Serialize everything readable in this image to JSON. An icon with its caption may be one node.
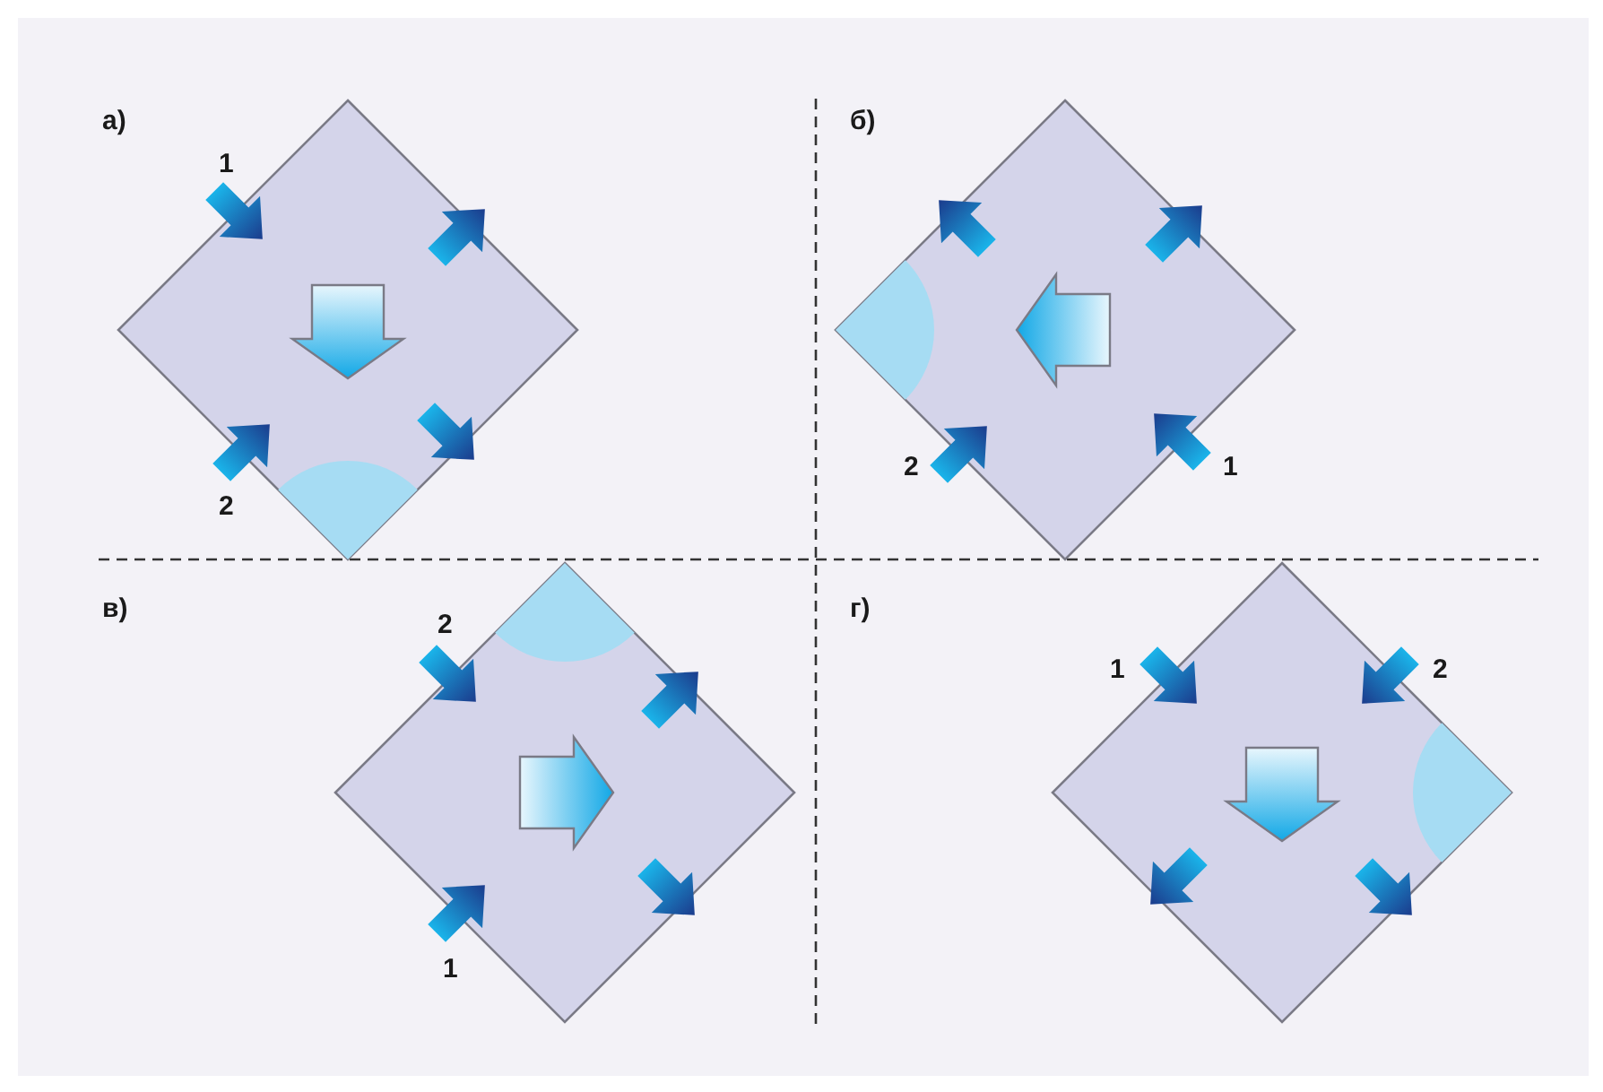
{
  "diagram": {
    "labels": [
      "а)",
      "1",
      "2",
      "б)",
      "2",
      "1",
      "в)",
      "2",
      "1",
      "г)",
      "1",
      "2"
    ]
  }
}
